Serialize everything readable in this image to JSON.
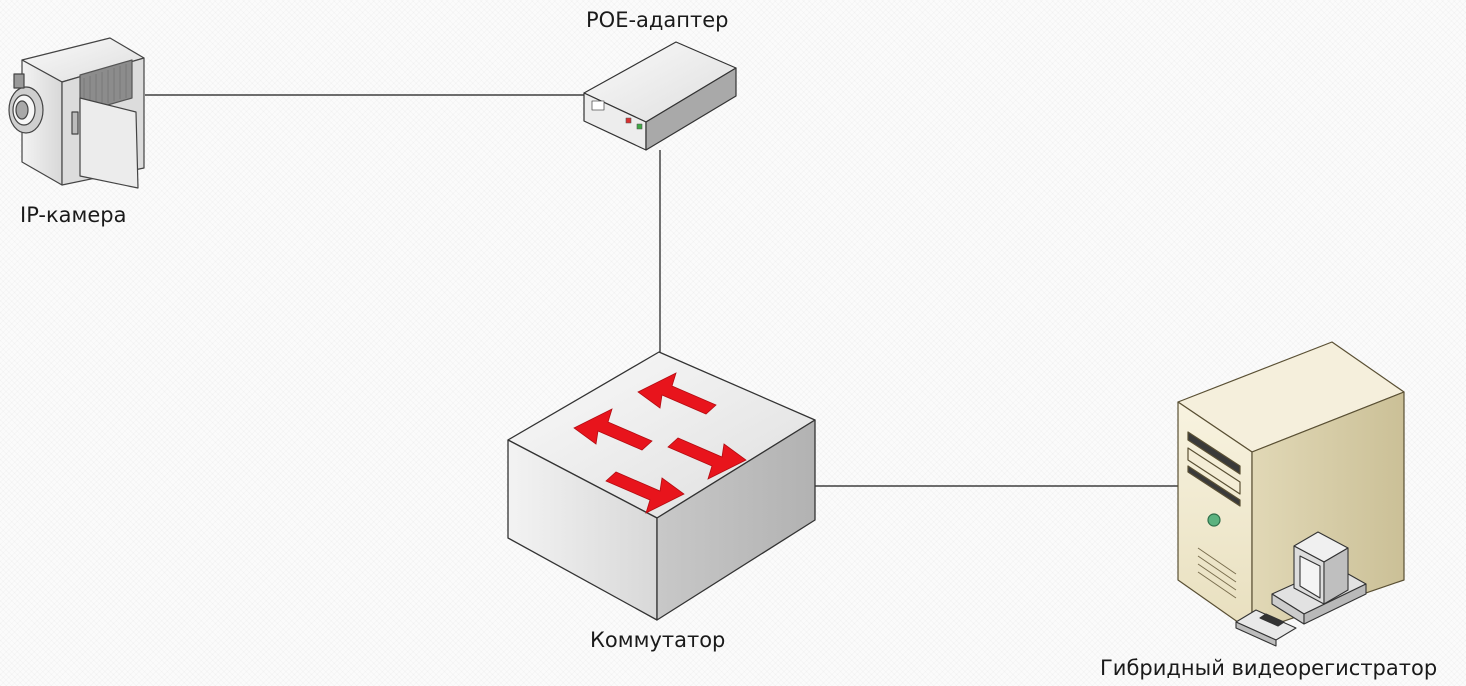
{
  "nodes": {
    "camera": {
      "label": "IP-камера",
      "icon": "ip-camera-icon"
    },
    "poe": {
      "label": "POE-адаптер",
      "icon": "poe-adapter-icon"
    },
    "switch": {
      "label": "Коммутатор",
      "icon": "network-switch-icon"
    },
    "dvr": {
      "label": "Гибридный видеорегистратор",
      "icon": "server-workstation-icon"
    }
  },
  "links": [
    {
      "from": "camera",
      "to": "poe"
    },
    {
      "from": "poe",
      "to": "switch"
    },
    {
      "from": "switch",
      "to": "dvr"
    }
  ],
  "colors": {
    "line": "#1a1a1a",
    "arrow": "#e8141c",
    "device": "#d9d9d9",
    "server": "#efe8cf"
  }
}
